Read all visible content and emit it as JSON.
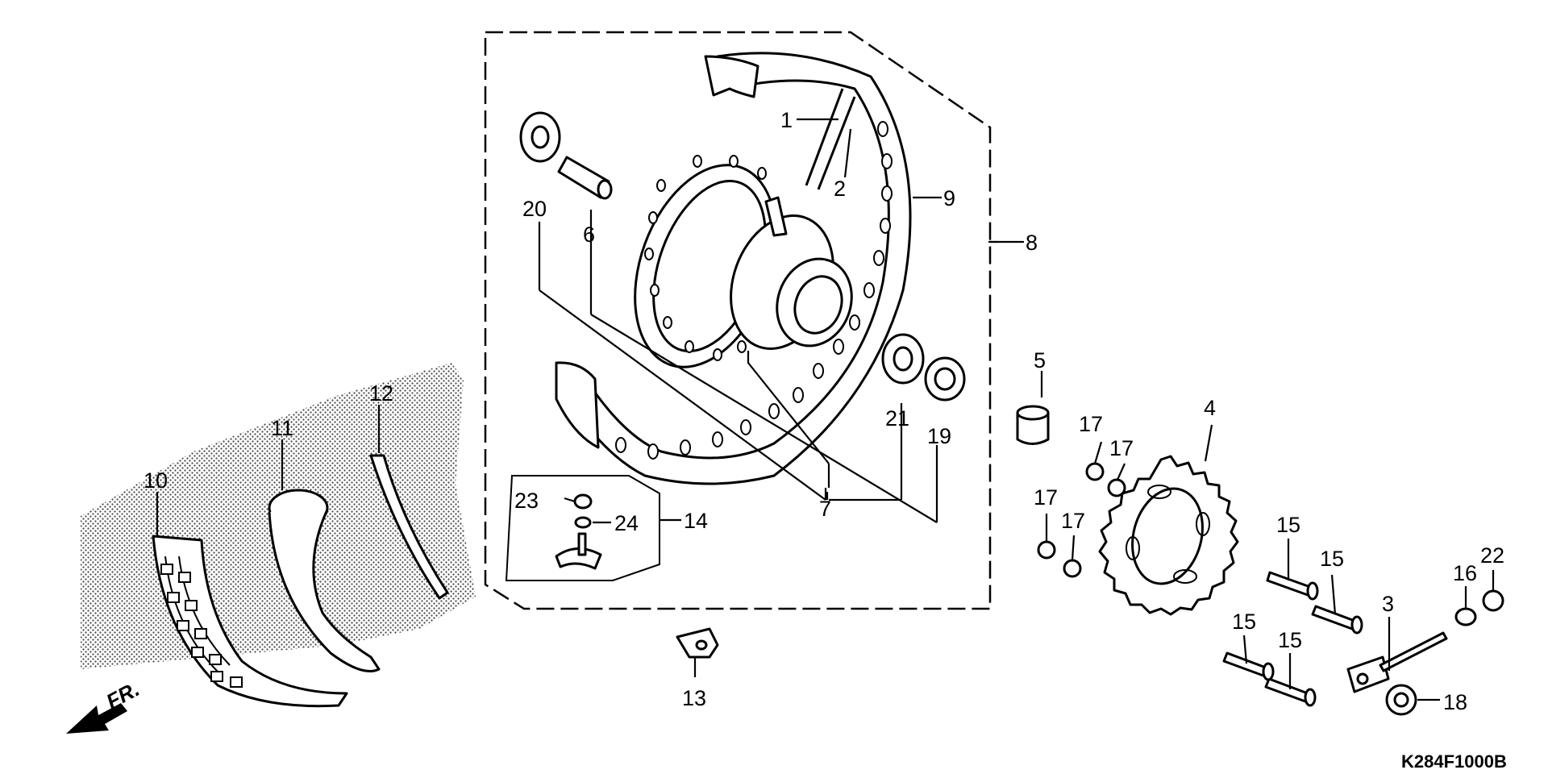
{
  "diagram": {
    "drawing_code": "K284F1000B",
    "direction_label": "FR.",
    "callouts": {
      "p1": "1",
      "p2": "2",
      "p3": "3",
      "p4": "4",
      "p5": "5",
      "p6": "6",
      "p7": "7",
      "p8": "8",
      "p9": "9",
      "p10": "10",
      "p11": "11",
      "p12": "12",
      "p13": "13",
      "p14": "14",
      "p15a": "15",
      "p15b": "15",
      "p15c": "15",
      "p15d": "15",
      "p16": "16",
      "p17a": "17",
      "p17b": "17",
      "p17c": "17",
      "p17d": "17",
      "p18": "18",
      "p19": "19",
      "p20": "20",
      "p21": "21",
      "p22": "22",
      "p23": "23",
      "p24": "24"
    }
  }
}
